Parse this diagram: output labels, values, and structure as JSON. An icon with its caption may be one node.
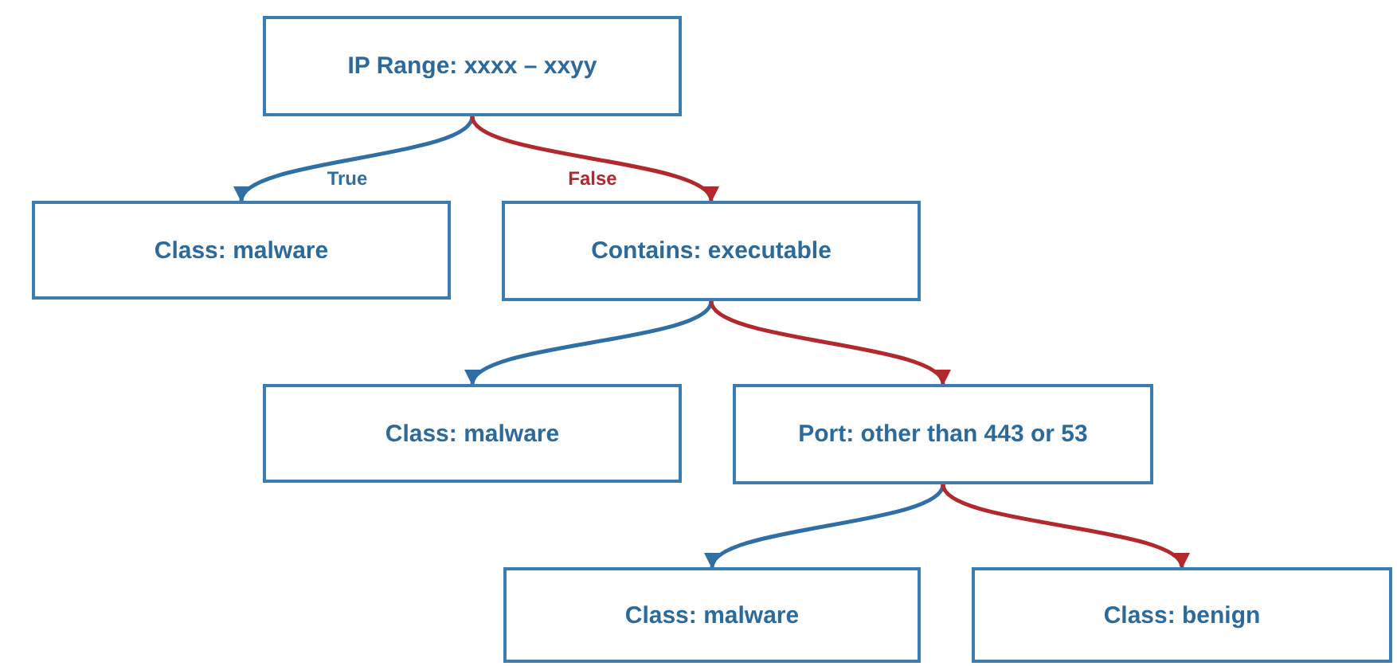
{
  "diagram": {
    "nodes": [
      {
        "text": [
          "IP Range: xxxx – xxyy"
        ]
      },
      {
        "text": [
          "Class: malware"
        ]
      },
      {
        "text": [
          "Contains: executable"
        ]
      },
      {
        "text": [
          "Class: malware"
        ]
      },
      {
        "text": [
          "Port: other than 443 or 53"
        ]
      },
      {
        "text": [
          "Class: malware"
        ]
      },
      {
        "text": [
          "Class: benign"
        ]
      }
    ],
    "edges": [
      {
        "from": 0,
        "to": 1,
        "arrow": "to",
        "label": "True",
        "color": "#2f6fa5"
      },
      {
        "from": 0,
        "to": 2,
        "arrow": "to",
        "label": "False",
        "color": "#b3282d"
      },
      {
        "from": 2,
        "to": 3,
        "arrow": "to",
        "color": "#2f6fa5"
      },
      {
        "from": 2,
        "to": 4,
        "arrow": "to",
        "color": "#b3282d"
      },
      {
        "from": 4,
        "to": 5,
        "arrow": "to",
        "color": "#2f6fa5"
      },
      {
        "from": 4,
        "to": 6,
        "arrow": "to",
        "color": "#b3282d"
      }
    ]
  }
}
